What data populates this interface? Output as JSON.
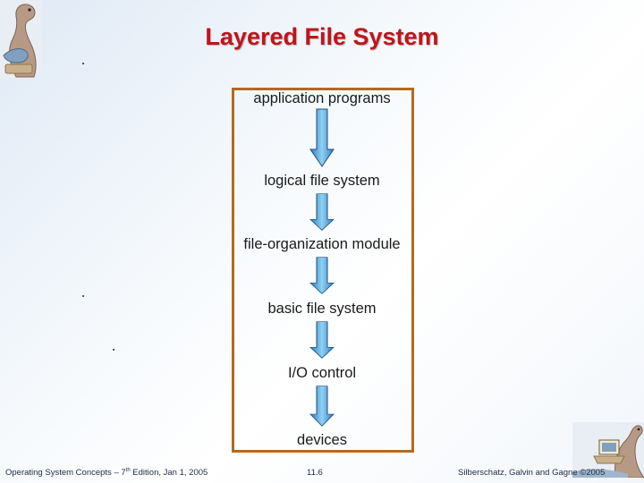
{
  "slide": {
    "title": "Layered File System"
  },
  "diagram": {
    "layers": [
      "application programs",
      "logical file system",
      "file-organization module",
      "basic file system",
      "I/O control",
      "devices"
    ]
  },
  "footer": {
    "left_prefix": "Operating System Concepts – 7",
    "left_sup": "th",
    "left_suffix": " Edition, Jan 1, 2005",
    "center": "11.6",
    "right": "Silberschatz, Galvin and Gagne ©2005"
  },
  "colors": {
    "title": "#c0141a",
    "frame": "#b46a1d",
    "arrow_fill": "#4aa6e0",
    "arrow_stroke": "#1f4f7a"
  }
}
